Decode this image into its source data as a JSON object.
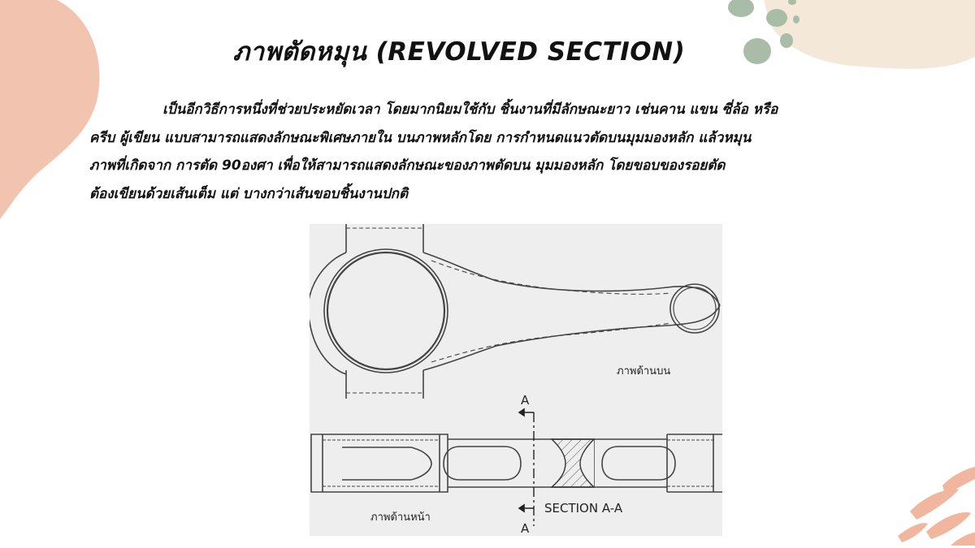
{
  "slide": {
    "title": "ภาพตัดหมุน (REVOLVED SECTION)",
    "paragraph": [
      "เป็นอีกวิธีการหนึ่งที่ช่วยประหยัดเวลา โดยมากนิยมใช้กับ ชิ้นงานที่มีลักษณะยาว เช่นคาน แขน ซี่ล้อ หรือ",
      "ครีบ ผู้เขียน แบบสามารถแสดงลักษณะพิเศษภายใน บนภาพหลักโดย การกำหนดแนวตัดบนมุมมองหลัก แล้วหมุน",
      "ภาพที่เกิดจาก การตัด 90องศา เพื่อให้สามารถแสดงลักษณะของภาพตัดบน มุมมองหลัก โดยขอบของรอยตัด",
      "ต้องเขียนด้วยเส้นเต็ม แต่ บางกว่าเส้นขอบชิ้นงานปกติ"
    ]
  },
  "figure": {
    "top_view_label": "ภาพด้านบน",
    "front_view_label": "ภาพด้านหน้า",
    "section_label": "SECTION A-A",
    "cut_marker_top": "A",
    "cut_marker_bottom": "A"
  },
  "colors": {
    "background": "#ffffff",
    "blob_left": "#f2c4b0",
    "blob_top_right": "#f4e8d8",
    "spots_green": "#a9bca8",
    "strokes_salmon": "#f0b69e",
    "figure_bg": "#eeeeee"
  }
}
